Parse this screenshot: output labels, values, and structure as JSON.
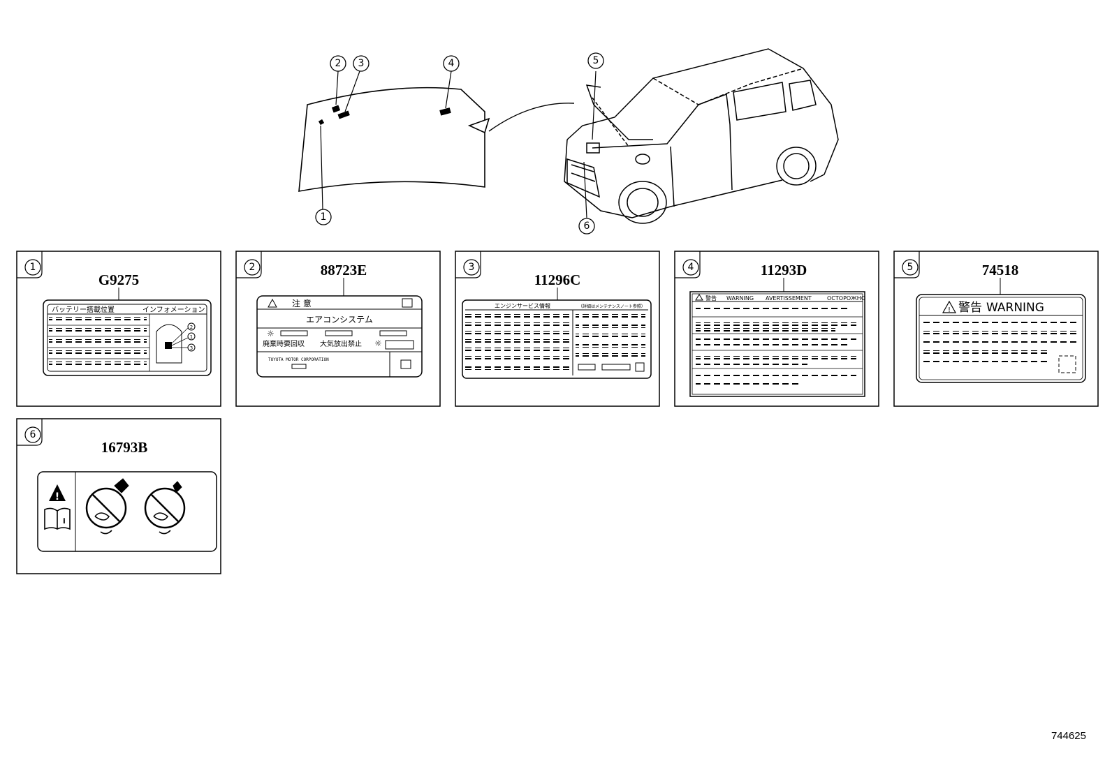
{
  "overview": {
    "callouts": [
      "1",
      "2",
      "3",
      "4",
      "5",
      "6"
    ]
  },
  "panels": [
    {
      "num": "1",
      "code": "G9275",
      "title_left": "バッテリー搭載位置",
      "title_right": "インフォメーション",
      "circle_labels": [
        "2",
        "1",
        "3"
      ]
    },
    {
      "num": "2",
      "code": "88723E",
      "header": "注 意",
      "title": "エアコンシステム",
      "text_left": "廃棄時要回収",
      "text_right": "大気放出禁止",
      "maker": "TOYOTA MOTOR CORPORATION"
    },
    {
      "num": "3",
      "code": "11296C",
      "header": "エンジンサービス情報",
      "header_sub": "（詳細はメンテナンスノート参照）"
    },
    {
      "num": "4",
      "code": "11293D",
      "header_jp": "警告",
      "header_en": "WARNING",
      "header_fr": "AVERTISSEMENT",
      "header_ru": "OCTOPOЖHO"
    },
    {
      "num": "5",
      "code": "74518",
      "header_jp": "警告",
      "header_en": "WARNING"
    },
    {
      "num": "6",
      "code": "16793B"
    }
  ],
  "footer": {
    "diagram_id": "744625"
  }
}
